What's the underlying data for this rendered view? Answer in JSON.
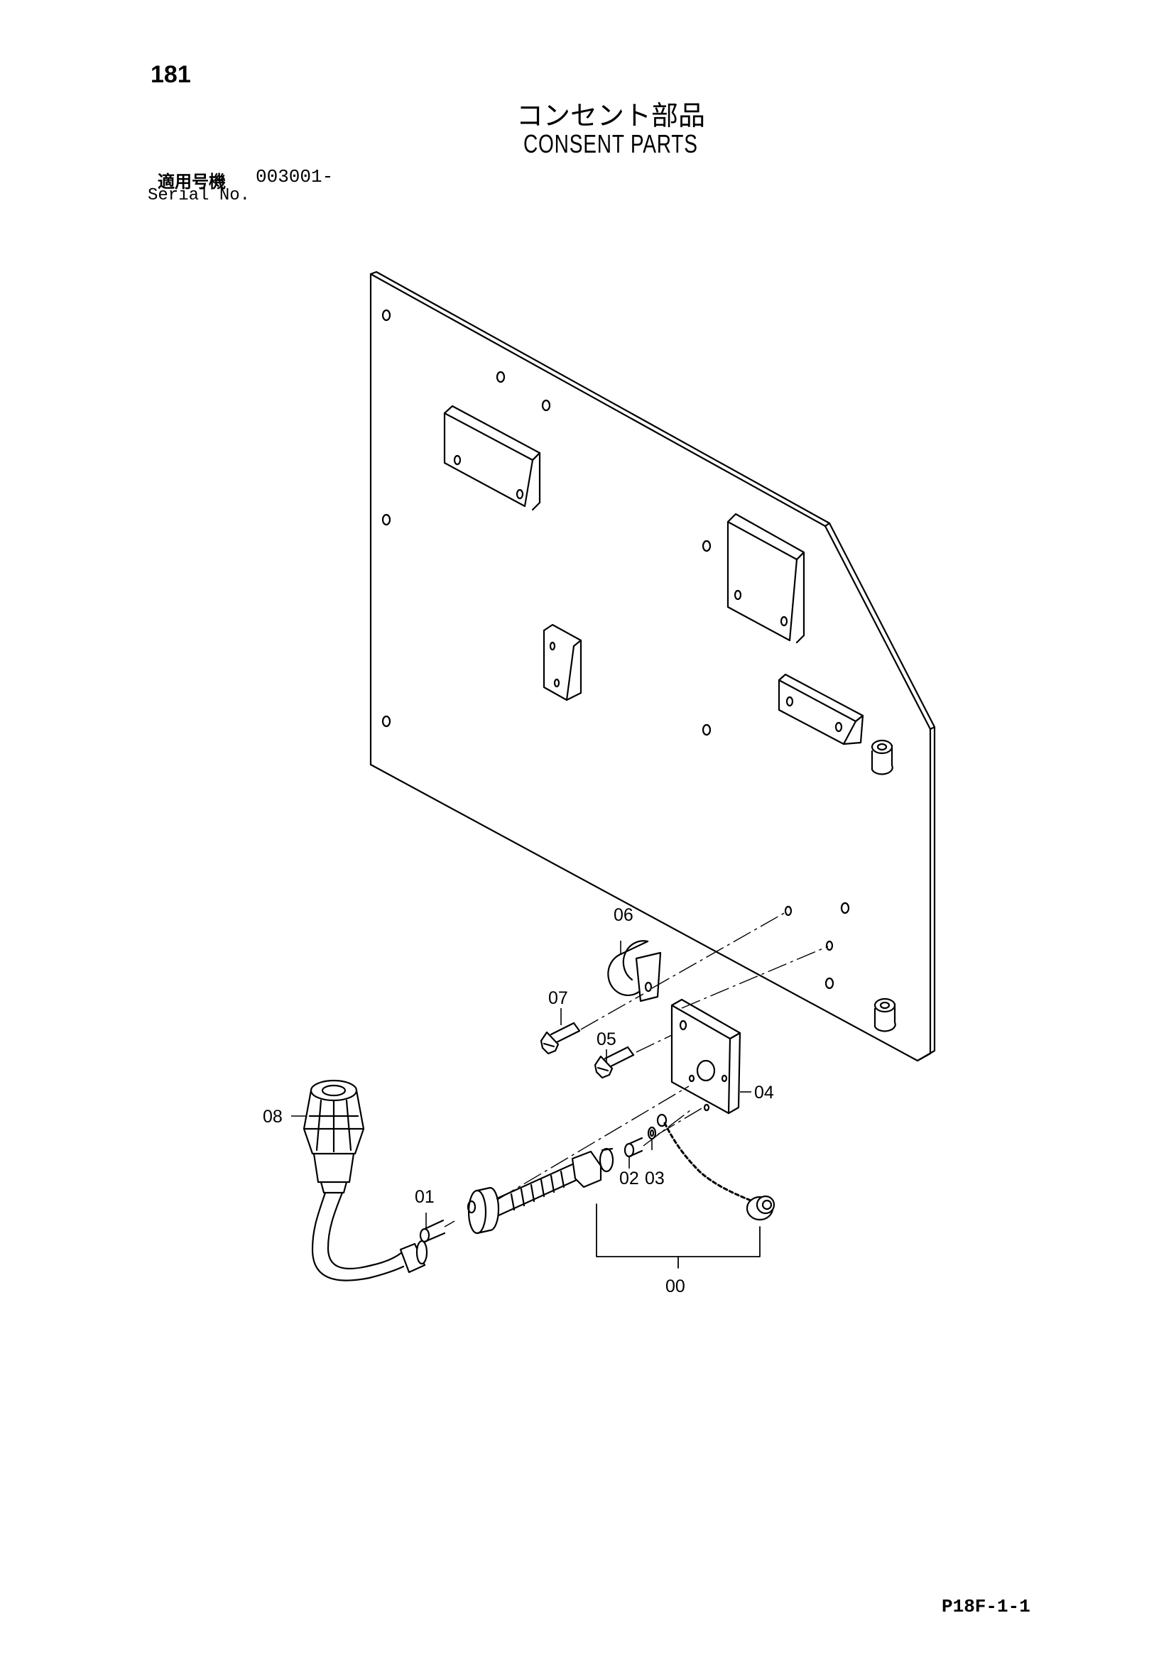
{
  "header": {
    "page_number": "181",
    "title_jp": "コンセント部品",
    "title_en": "CONSENT PARTS",
    "serial_label_jp": "適用号機",
    "serial_value": "003001-",
    "serial_label_en": "Serial No."
  },
  "callouts": {
    "c00": "00",
    "c01": "01",
    "c02": "02",
    "c03": "03",
    "c04": "04",
    "c05": "05",
    "c06": "06",
    "c07": "07",
    "c08": "08"
  },
  "footer": {
    "code": "P18F-1-1"
  }
}
